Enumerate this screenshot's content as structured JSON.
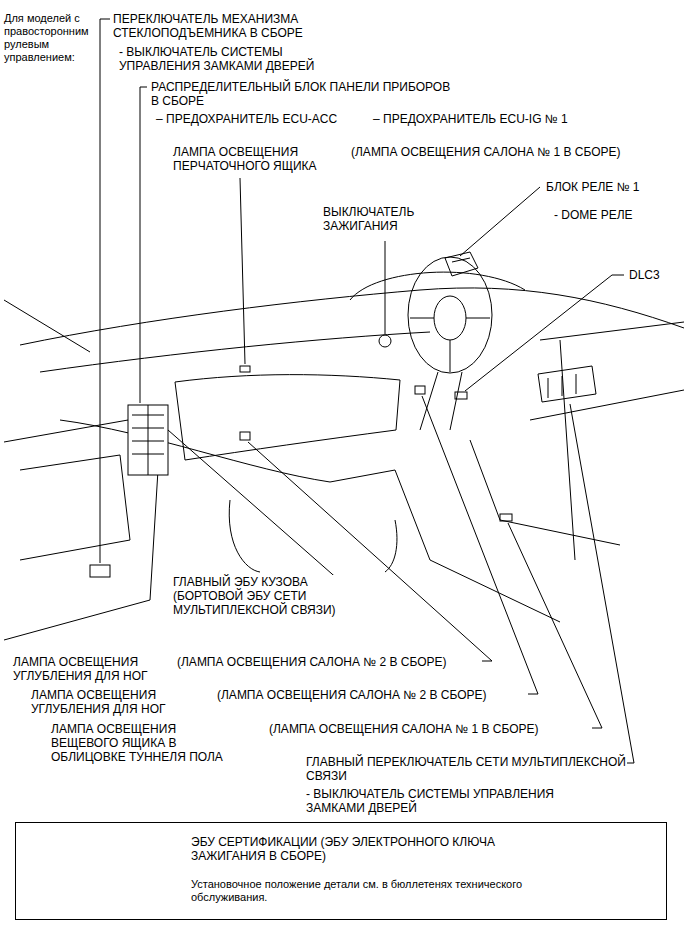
{
  "diagram": {
    "nodes": [
      {
        "text": [
          "ЭБУ СЕРТИФИКАЦИИ (ЭБУ ЭЛЕКТРОННОГО КЛЮЧА ЗАЖИГАНИЯ В СБОРЕ)",
          "Установочное положение детали см. в бюллетенях технического обслуживания."
        ]
      }
    ],
    "labels": [
      "Для моделей с правосторонним рулевым управлением:",
      "ПЕРЕКЛЮЧАТЕЛЬ МЕХАНИЗМА СТЕКЛОПОДЪЕМНИКА В СБОРЕ",
      "- ВЫКЛЮЧАТЕЛЬ СИСТЕМЫ УПРАВЛЕНИЯ ЗАМКАМИ ДВЕРЕЙ",
      "РАСПРЕДЕЛИТЕЛЬНЫЙ БЛОК ПАНЕЛИ ПРИБОРОВ В СБОРЕ",
      "– ПРЕДОХРАНИТЕЛЬ ECU-ACC",
      "– ПРЕДОХРАНИТЕЛЬ ECU-IG № 1",
      "ЛАМПА ОСВЕЩЕНИЯ ПЕРЧАТОЧНОГО ЯЩИКА",
      "(ЛАМПА ОСВЕЩЕНИЯ САЛОНА № 1 В СБОРЕ)",
      "БЛОК РЕЛЕ № 1",
      "- DOME РЕЛЕ",
      "ВЫКЛЮЧАТЕЛЬ ЗАЖИГАНИЯ",
      "DLC3",
      "ГЛАВНЫЙ ЭБУ КУЗОВА (БОРТОВОЙ ЭБУ СЕТИ МУЛЬТИПЛЕКСНОЙ СВЯЗИ)",
      "ЛАМПА ОСВЕЩЕНИЯ УГЛУБЛЕНИЯ ДЛЯ НОГ",
      "(ЛАМПА ОСВЕЩЕНИЯ САЛОНА № 2 В СБОРЕ)",
      "ЛАМПА ОСВЕЩЕНИЯ УГЛУБЛЕНИЯ ДЛЯ НОГ",
      "(ЛАМПА ОСВЕЩЕНИЯ САЛОНА № 2 В СБОРЕ)",
      "ЛАМПА ОСВЕЩЕНИЯ ВЕЩЕВОГО ЯЩИКА В ОБЛИЦОВКЕ ТУННЕЛЯ ПОЛА",
      "(ЛАМПА ОСВЕЩЕНИЯ САЛОНА № 1 В СБОРЕ)",
      "ГЛАВНЫЙ ПЕРЕКЛЮЧАТЕЛЬ СЕТИ МУЛЬТИПЛЕКСНОЙ СВЯЗИ",
      "- ВЫКЛЮЧАТЕЛЬ СИСТЕМЫ УПРАВЛЕНИЯ ЗАМКАМИ ДВЕРЕЙ"
    ]
  }
}
